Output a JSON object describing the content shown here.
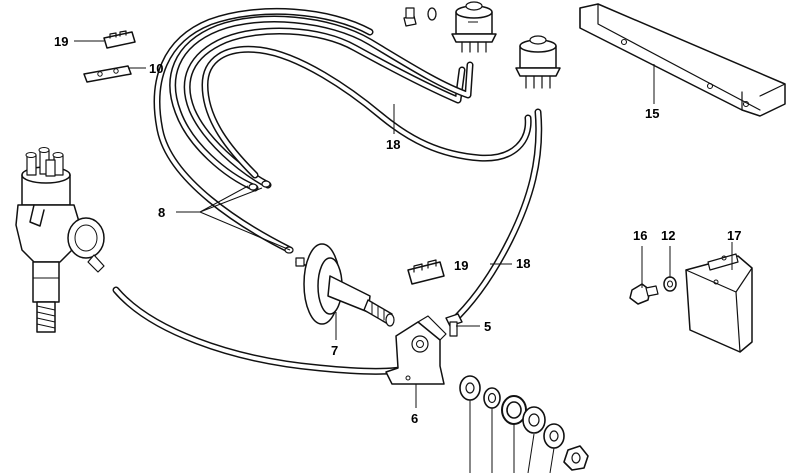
{
  "labels": {
    "p5": "5",
    "p6": "6",
    "p7": "7",
    "p8": "8",
    "p10": "10",
    "p12": "12",
    "p15": "15",
    "p16": "16",
    "p17": "17",
    "p18_top": "18",
    "p18_mid": "18",
    "p19_top": "19",
    "p19_mid": "19"
  }
}
